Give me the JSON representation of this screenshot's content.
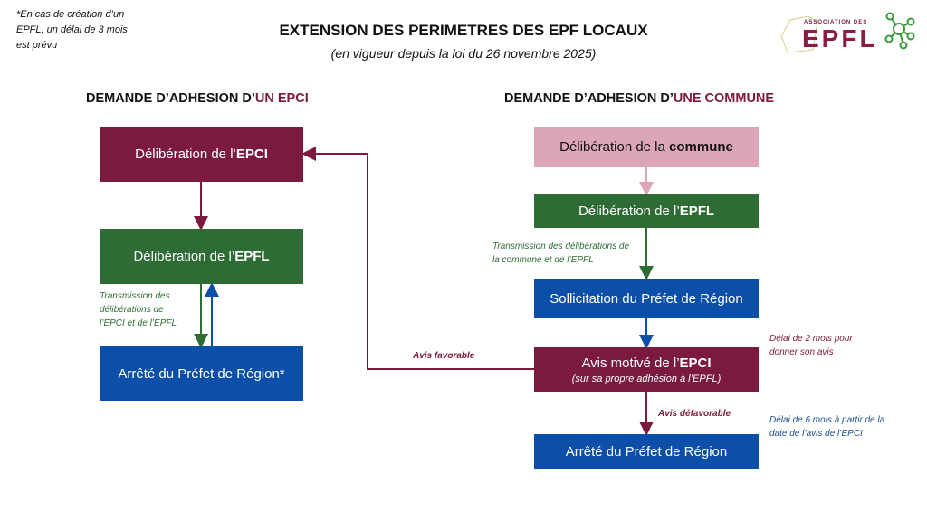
{
  "note": "*En cas de création d’un EPFL, un délai de 3 mois est prévu",
  "title": "EXTENSION DES PERIMETRES DES EPF LOCAUX",
  "subtitle": "(en vigueur depuis la loi du 26 novembre 2025)",
  "logo": {
    "top": "ASSOCIATION DES",
    "main": "EPFL"
  },
  "left": {
    "heading_prefix": "DEMANDE D’ADHESION D’",
    "heading_accent": "UN EPCI",
    "box1_pre": "Délibération de l’",
    "box1_bold": "EPCI",
    "box2_pre": "Délibération de l’",
    "box2_bold": "EPFL",
    "box3": "Arrêté du Préfet de Région*",
    "transmission": "Transmission des délibérations de l’EPCI et de l’EPFL"
  },
  "right": {
    "heading_prefix": "DEMANDE D’ADHESION D’",
    "heading_accent": "UNE COMMUNE",
    "box1_pre": "Délibération de la ",
    "box1_bold": "commune",
    "box2_pre": "Délibération de l’",
    "box2_bold": "EPFL",
    "transmission": "Transmission des délibérations de la commune et de l’EPFL",
    "box3": "Sollicitation du Préfet de Région",
    "box4_pre": "Avis motivé de l’",
    "box4_bold": "EPCI",
    "box4_sub": "(sur sa propre adhésion à l’EPFL)",
    "delai1": "Délai de 2 mois pour donner son avis",
    "avis_defavorable": "Avis défavorable",
    "delai2": "Délai de 6 mois à partir de la date de l’avis de l’EPCI",
    "box5": "Arrêté du Préfet de Région"
  },
  "avis_favorable": "Avis favorable",
  "colors": {
    "maroon": "#7b1a3e",
    "green": "#2e6b35",
    "blue": "#0b4fa8",
    "pink": "#dba6b9"
  }
}
